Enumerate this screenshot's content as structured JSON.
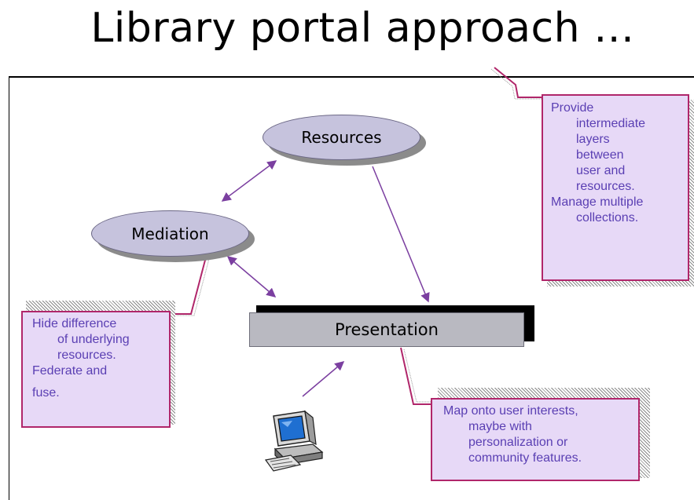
{
  "title": "Library portal approach …",
  "nodes": {
    "resources": "Resources",
    "mediation": "Mediation",
    "presentation": "Presentation"
  },
  "callouts": {
    "top_right": {
      "lines": [
        "Provide",
        "intermediate",
        "layers",
        "between",
        "user and",
        "resources.",
        "Manage multiple",
        "collections."
      ]
    },
    "left": {
      "lines": [
        "Hide difference",
        "of underlying",
        "resources.",
        "Federate and",
        "fuse."
      ]
    },
    "bottom_right": {
      "lines": [
        "Map onto user interests,",
        "maybe with",
        "personalization or",
        "community features."
      ]
    }
  },
  "colors": {
    "oval_fill": "#c6c3dd",
    "callout_fill": "#e7d9f7",
    "callout_border": "#b0266a",
    "callout_text": "#5a3fb3",
    "arrow": "#7b3fa0"
  },
  "icons": {
    "computer": "computer-icon"
  }
}
